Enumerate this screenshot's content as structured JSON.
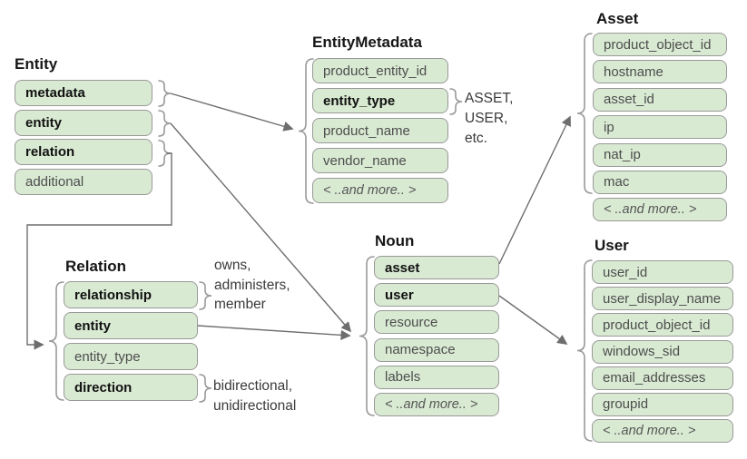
{
  "colors": {
    "row_fill": "#d9ead3",
    "row_border": "#999999",
    "connector": "#6e6e6e"
  },
  "tables": {
    "entity": {
      "title": "Entity",
      "rows": [
        "metadata",
        "entity",
        "relation",
        "additional"
      ]
    },
    "entity_metadata": {
      "title": "EntityMetadata",
      "rows": [
        "product_entity_id",
        "entity_type",
        "product_name",
        "vendor_name",
        "< ..and more.. >"
      ]
    },
    "asset": {
      "title": "Asset",
      "rows": [
        "product_object_id",
        "hostname",
        "asset_id",
        "ip",
        "nat_ip",
        "mac",
        "< ..and more.. >"
      ]
    },
    "user": {
      "title": "User",
      "rows": [
        "user_id",
        "user_display_name",
        "product_object_id",
        "windows_sid",
        "email_addresses",
        "groupid",
        "< ..and more.. >"
      ]
    },
    "relation": {
      "title": "Relation",
      "rows": [
        "relationship",
        "entity",
        "entity_type",
        "direction"
      ]
    },
    "noun": {
      "title": "Noun",
      "rows": [
        "asset",
        "user",
        "resource",
        "namespace",
        "labels",
        "< ..and more.. >"
      ]
    }
  },
  "annotations": {
    "entity_type_values": "ASSET,\nUSER,\netc.",
    "relationship_values": "owns,\nadministers,\nmember",
    "direction_values": "bidirectional,\nunidirectional"
  }
}
